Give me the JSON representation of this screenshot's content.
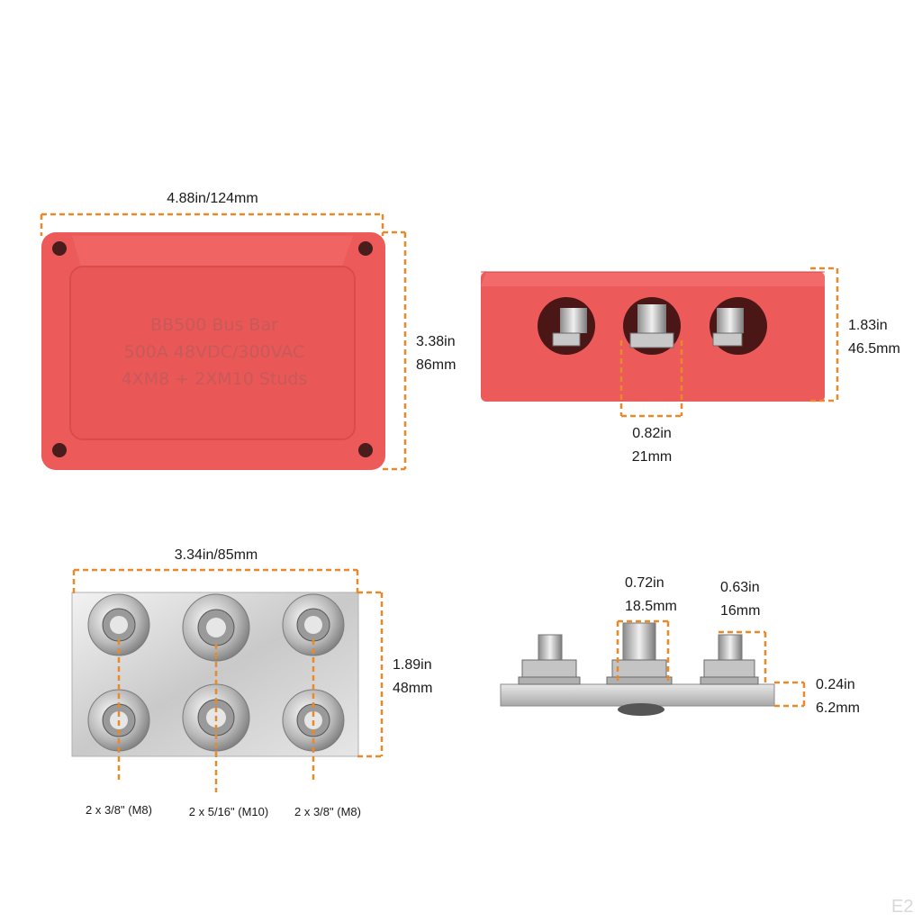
{
  "top_view": {
    "emboss_line1": "BB500 Bus Bar",
    "emboss_line2": "500A 48VDC/300VAC",
    "emboss_line3": "4XM8 + 2XM10 Studs",
    "width_label": "4.88in/124mm",
    "height_in": "3.38in",
    "height_mm": "86mm"
  },
  "side_view": {
    "height_in": "1.83in",
    "height_mm": "46.5mm",
    "hole_in": "0.82in",
    "hole_mm": "21mm"
  },
  "base_view": {
    "width_label": "3.34in/85mm",
    "height_in": "1.89in",
    "height_mm": "48mm",
    "stud_left": "2 x 3/8\" (M8)",
    "stud_center": "2 x 5/16\" (M10)",
    "stud_right": "2 x 3/8\" (M8)"
  },
  "profile_view": {
    "m10_in": "0.72in",
    "m10_mm": "18.5mm",
    "m8_in": "0.63in",
    "m8_mm": "16mm",
    "plate_in": "0.24in",
    "plate_mm": "6.2mm"
  },
  "watermark": "E2",
  "colors": {
    "cover_red": "#ec5a5a",
    "cover_dark_red": "#c84848",
    "dimension_orange": "#e8892c",
    "steel": "#d0d0d0"
  }
}
